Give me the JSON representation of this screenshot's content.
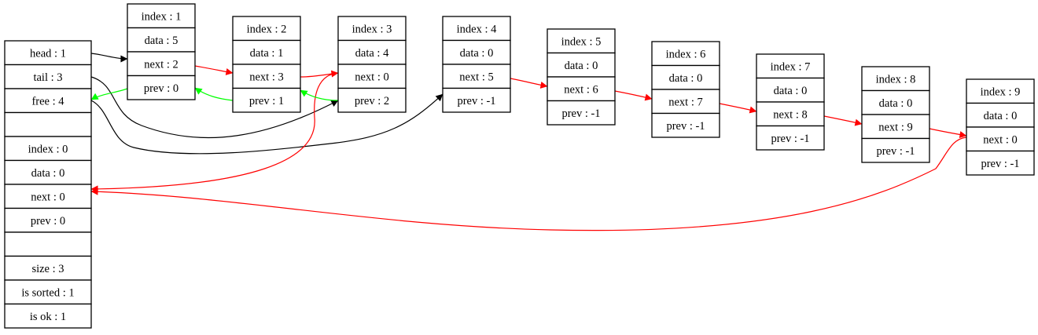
{
  "colors": {
    "black": "#000000",
    "red": "#ff0000",
    "green": "#00ff00"
  },
  "control": {
    "rows": [
      "head : 1",
      "tail : 3",
      "free : 4",
      "",
      "index : 0",
      "data : 0",
      "next : 0",
      "prev : 0",
      "",
      "size : 3",
      "is sorted : 1",
      "is ok : 1"
    ]
  },
  "nodes": [
    {
      "index": "index : 1",
      "data": "data : 5",
      "next": "next : 2",
      "prev": "prev : 0"
    },
    {
      "index": "index : 2",
      "data": "data : 1",
      "next": "next : 3",
      "prev": "prev : 1"
    },
    {
      "index": "index : 3",
      "data": "data : 4",
      "next": "next : 0",
      "prev": "prev : 2"
    },
    {
      "index": "index : 4",
      "data": "data : 0",
      "next": "next : 5",
      "prev": "prev : -1"
    },
    {
      "index": "index : 5",
      "data": "data : 0",
      "next": "next : 6",
      "prev": "prev : -1"
    },
    {
      "index": "index : 6",
      "data": "data : 0",
      "next": "next : 7",
      "prev": "prev : -1"
    },
    {
      "index": "index : 7",
      "data": "data : 0",
      "next": "next : 8",
      "prev": "prev : -1"
    },
    {
      "index": "index : 8",
      "data": "data : 0",
      "next": "next : 9",
      "prev": "prev : -1"
    },
    {
      "index": "index : 9",
      "data": "data : 0",
      "next": "next : 0",
      "prev": "prev : -1"
    }
  ],
  "edges": [
    {
      "from": "head",
      "to": "node-1",
      "color": "black"
    },
    {
      "from": "tail",
      "to": "node-3",
      "color": "black"
    },
    {
      "from": "free",
      "to": "node-4",
      "color": "black"
    },
    {
      "from": "node-1.next",
      "to": "node-2",
      "color": "red"
    },
    {
      "from": "node-2.next",
      "to": "node-3",
      "color": "red"
    },
    {
      "from": "node-3.next",
      "to": "node-0",
      "color": "red"
    },
    {
      "from": "node-4.next",
      "to": "node-5",
      "color": "red"
    },
    {
      "from": "node-5.next",
      "to": "node-6",
      "color": "red"
    },
    {
      "from": "node-6.next",
      "to": "node-7",
      "color": "red"
    },
    {
      "from": "node-7.next",
      "to": "node-8",
      "color": "red"
    },
    {
      "from": "node-8.next",
      "to": "node-9",
      "color": "red"
    },
    {
      "from": "node-9.next",
      "to": "node-0",
      "color": "red"
    },
    {
      "from": "node-1.prev",
      "to": "node-0",
      "color": "green"
    },
    {
      "from": "node-2.prev",
      "to": "node-1",
      "color": "green"
    },
    {
      "from": "node-3.prev",
      "to": "node-2",
      "color": "green"
    }
  ]
}
